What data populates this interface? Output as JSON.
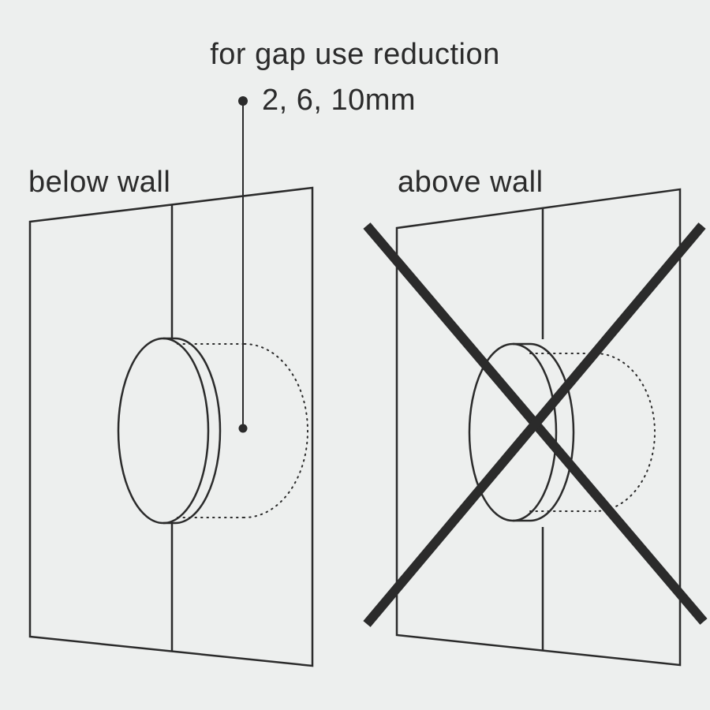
{
  "page": {
    "background": "#edefee",
    "ink": "#2b2b2b",
    "kind": "installation-instruction-diagram"
  },
  "annotation": {
    "title": "for gap use reduction",
    "sizes": "2, 6, 10mm"
  },
  "left_panel": {
    "label": "below wall"
  },
  "right_panel": {
    "label": "above wall"
  }
}
